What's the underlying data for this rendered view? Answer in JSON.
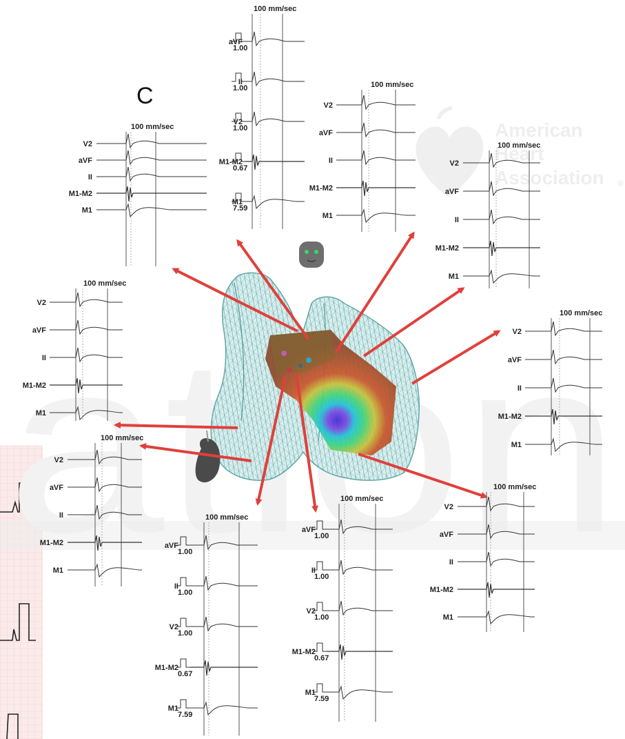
{
  "panel_letter": "C",
  "watermark": {
    "brand_lines": [
      "American",
      "Heart",
      "Association"
    ],
    "registered_mark": "®",
    "background_word": "ation"
  },
  "colors": {
    "arrow": "#e0403a",
    "mesh": "#5fa8a8",
    "mesh_fill": "#d6ecec",
    "trace": "#333333",
    "ecg_grid": "#f0b7b7"
  },
  "icons": [
    "head-orientation-icon",
    "torso-orientation-icon",
    "heart-logo-icon"
  ],
  "panels": [
    {
      "id": "top",
      "speed": "100 mm/sec",
      "leads": [
        "aVF",
        "II",
        "V2",
        "M1-M2",
        "M1"
      ],
      "gains": [
        "1.00",
        "1.00",
        "1.00",
        "0.67",
        "7.59"
      ]
    },
    {
      "id": "upper-left",
      "speed": "100 mm/sec",
      "leads": [
        "V2",
        "aVF",
        "II",
        "M1-M2",
        "M1"
      ],
      "gains": []
    },
    {
      "id": "upper-mid-right",
      "speed": "100 mm/sec",
      "leads": [
        "V2",
        "aVF",
        "II",
        "M1-M2",
        "M1"
      ],
      "gains": []
    },
    {
      "id": "right-upper",
      "speed": "100 mm/sec",
      "leads": [
        "V2",
        "aVF",
        "II",
        "M1-M2",
        "M1"
      ],
      "gains": []
    },
    {
      "id": "left-mid",
      "speed": "100 mm/sec",
      "leads": [
        "V2",
        "aVF",
        "II",
        "M1-M2",
        "M1"
      ],
      "gains": []
    },
    {
      "id": "right-mid",
      "speed": "100 mm/sec",
      "leads": [
        "V2",
        "aVF",
        "II",
        "M1-M2",
        "M1"
      ],
      "gains": []
    },
    {
      "id": "lower-left",
      "speed": "100 mm/sec",
      "leads": [
        "V2",
        "aVF",
        "II",
        "M1-M2",
        "M1"
      ],
      "gains": []
    },
    {
      "id": "bottom-left",
      "speed": "100 mm/sec",
      "leads": [
        "aVF",
        "II",
        "V2",
        "M1-M2",
        "M1"
      ],
      "gains": [
        "1.00",
        "1.00",
        "1.00",
        "0.67",
        "7.59"
      ]
    },
    {
      "id": "bottom-mid",
      "speed": "100 mm/sec",
      "leads": [
        "aVF",
        "II",
        "V2",
        "M1-M2",
        "M1"
      ],
      "gains": [
        "1.00",
        "1.00",
        "1.00",
        "0.67",
        "7.59"
      ]
    },
    {
      "id": "lower-right",
      "speed": "100 mm/sec",
      "leads": [
        "V2",
        "aVF",
        "II",
        "M1-M2",
        "M1"
      ],
      "gains": []
    }
  ]
}
